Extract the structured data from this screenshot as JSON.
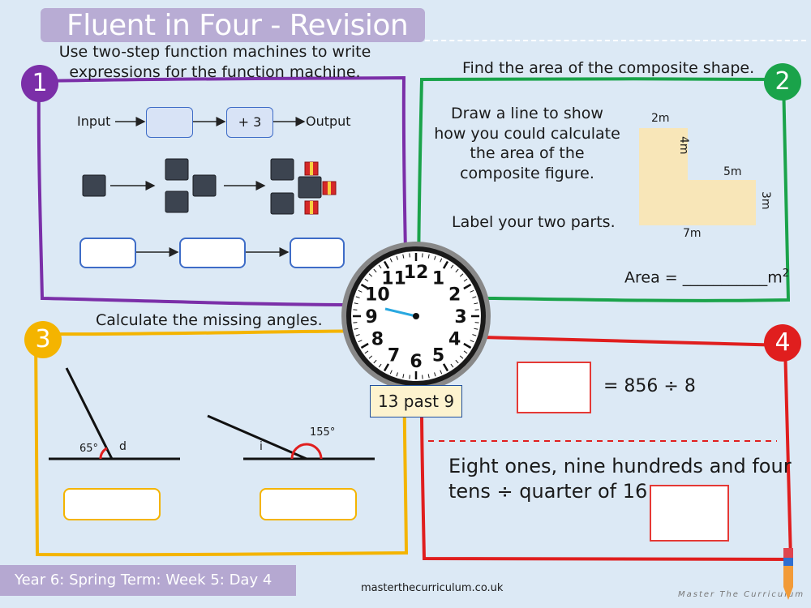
{
  "header": {
    "title": "Fluent in Four - Revision"
  },
  "q1": {
    "number": "1",
    "instruction": [
      "Use two-step function machines to write",
      "expressions for the function machine."
    ],
    "machine": {
      "input_label": "Input",
      "step2_label": "+ 3",
      "output_label": "Output"
    }
  },
  "q2": {
    "number": "2",
    "title": "Find the area of the composite shape.",
    "instruction": [
      "Draw a line to show",
      "how you could calculate",
      "the area of the",
      "composite figure."
    ],
    "label_note": "Label your two parts.",
    "dims": {
      "top": "2m",
      "left": "4m",
      "step": "5m",
      "right": "3m",
      "bottom": "7m"
    },
    "area_label": "Area = ___________m",
    "area_sup": "2"
  },
  "q3": {
    "number": "3",
    "title": "Calculate the missing angles.",
    "angle1": {
      "given": "65°",
      "unknown": "d"
    },
    "angle2": {
      "given": "155°",
      "unknown": "i"
    }
  },
  "q4": {
    "number": "4",
    "equation": "= 856 ÷ 8",
    "word_line1": "Eight ones, nine hundreds and four",
    "word_line2": "tens ÷ quarter of 16 ="
  },
  "clock": {
    "numbers": [
      "12",
      "1",
      "2",
      "3",
      "4",
      "5",
      "6",
      "7",
      "8",
      "9",
      "10",
      "11"
    ],
    "caption": "13 past 9"
  },
  "colors": {
    "q1": "#7b2fa8",
    "q2": "#1aa34a",
    "q3": "#f4b400",
    "q4": "#e01e1e",
    "hand": "#29a8e0"
  },
  "footer": {
    "course": "Year 6: Spring Term: Week 5: Day  4",
    "site": "masterthecurriculum.co.uk",
    "brand": "Master The Curriculum"
  }
}
